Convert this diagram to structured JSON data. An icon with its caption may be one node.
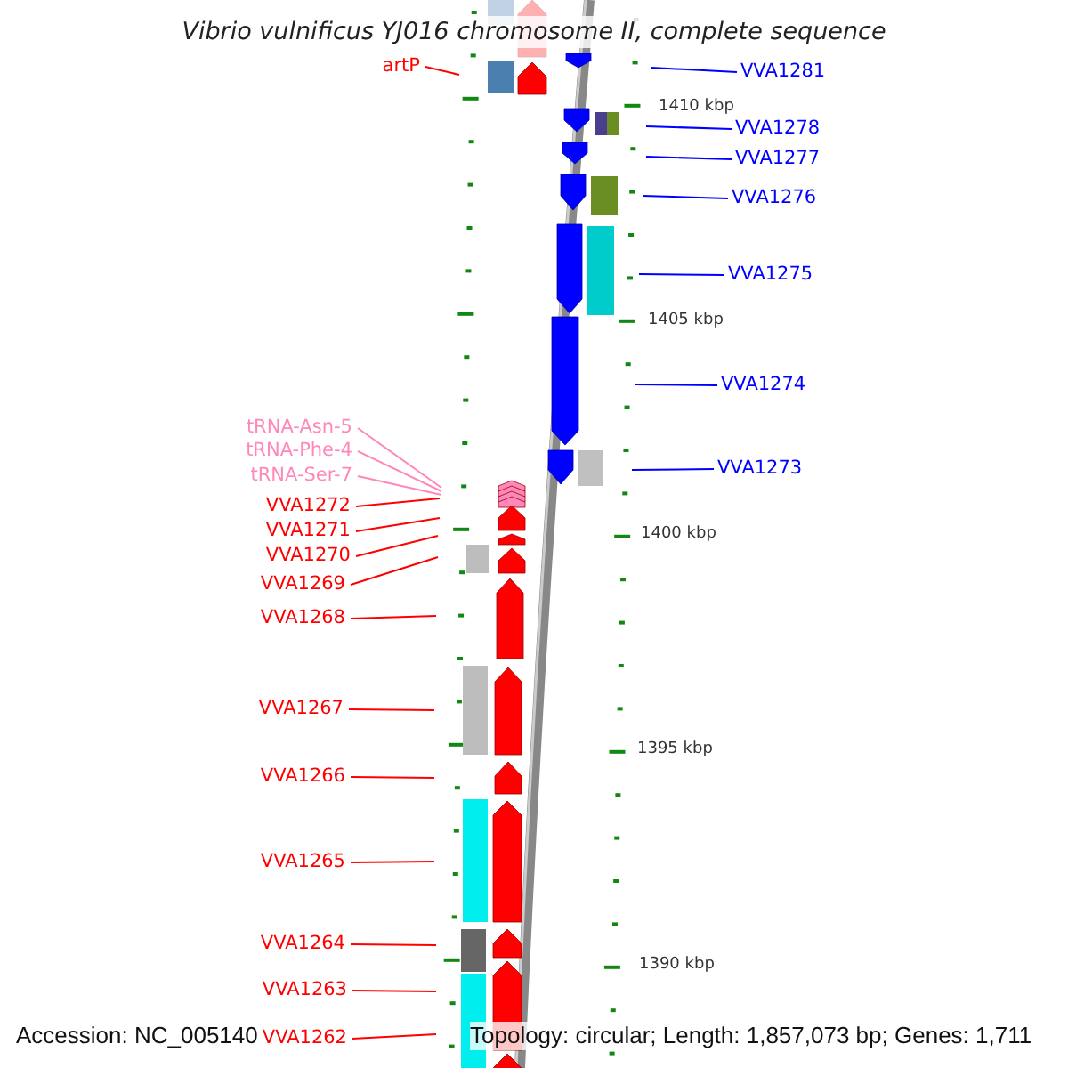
{
  "diagram": {
    "title": "Vibrio vulnificus YJ016 chromosome II, complete sequence",
    "nodes": [
      {
        "text": [
          "artP"
        ]
      },
      {
        "text": [
          "VVA1281"
        ]
      },
      {
        "text": [
          "VVA1278"
        ]
      },
      {
        "text": [
          "VVA1277"
        ]
      },
      {
        "text": [
          "VVA1276"
        ]
      },
      {
        "text": [
          "VVA1275"
        ]
      },
      {
        "text": [
          "VVA1274"
        ]
      },
      {
        "text": [
          "tRNA-Asn-5"
        ]
      },
      {
        "text": [
          "tRNA-Phe-4"
        ]
      },
      {
        "text": [
          "tRNA-Ser-7"
        ]
      },
      {
        "text": [
          "VVA1273"
        ]
      },
      {
        "text": [
          "VVA1272"
        ]
      },
      {
        "text": [
          "VVA1271"
        ]
      },
      {
        "text": [
          "VVA1270"
        ]
      },
      {
        "text": [
          "VVA1269"
        ]
      },
      {
        "text": [
          "VVA1268"
        ]
      },
      {
        "text": [
          "VVA1267"
        ]
      },
      {
        "text": [
          "VVA1266"
        ]
      },
      {
        "text": [
          "VVA1265"
        ]
      },
      {
        "text": [
          "VVA1264"
        ]
      },
      {
        "text": [
          "VVA1263"
        ]
      },
      {
        "text": [
          "VVA1262"
        ]
      }
    ],
    "edges": [
      {
        "from": 0,
        "to": null,
        "arrow": "none"
      },
      {
        "from": 1,
        "to": null,
        "arrow": "none",
        "color": "#0000ff"
      },
      {
        "from": 2,
        "to": null,
        "arrow": "none",
        "color": "#0000ff"
      },
      {
        "from": 3,
        "to": null,
        "arrow": "none",
        "color": "#0000ff"
      },
      {
        "from": 4,
        "to": null,
        "arrow": "none",
        "color": "#0000ff"
      },
      {
        "from": 5,
        "to": null,
        "arrow": "none",
        "color": "#0000ff"
      },
      {
        "from": 6,
        "to": null,
        "arrow": "none",
        "color": "#0000ff"
      },
      {
        "from": 7,
        "to": null,
        "arrow": "none",
        "color": "#ff88bb"
      },
      {
        "from": 8,
        "to": null,
        "arrow": "none",
        "color": "#ff88bb"
      },
      {
        "from": 9,
        "to": null,
        "arrow": "none",
        "color": "#ff88bb"
      },
      {
        "from": 10,
        "to": null,
        "arrow": "none",
        "color": "#0000ff"
      },
      {
        "from": 11,
        "to": null,
        "arrow": "none"
      },
      {
        "from": 12,
        "to": null,
        "arrow": "none"
      },
      {
        "from": 13,
        "to": null,
        "arrow": "none"
      },
      {
        "from": 14,
        "to": null,
        "arrow": "none"
      },
      {
        "from": 15,
        "to": null,
        "arrow": "none"
      },
      {
        "from": 16,
        "to": null,
        "arrow": "none"
      },
      {
        "from": 17,
        "to": null,
        "arrow": "none"
      },
      {
        "from": 18,
        "to": null,
        "arrow": "none"
      },
      {
        "from": 19,
        "to": null,
        "arrow": "none"
      },
      {
        "from": 20,
        "to": null,
        "arrow": "none"
      },
      {
        "from": 21,
        "to": null,
        "arrow": "none"
      }
    ],
    "labels": [
      "1410 kbp",
      "1405 kbp",
      "1400 kbp",
      "1395 kbp",
      "1390 kbp",
      "Accession: NC_005140",
      "Topology: circular; Length: 1,857,073 bp; Genes: 1,711"
    ]
  }
}
